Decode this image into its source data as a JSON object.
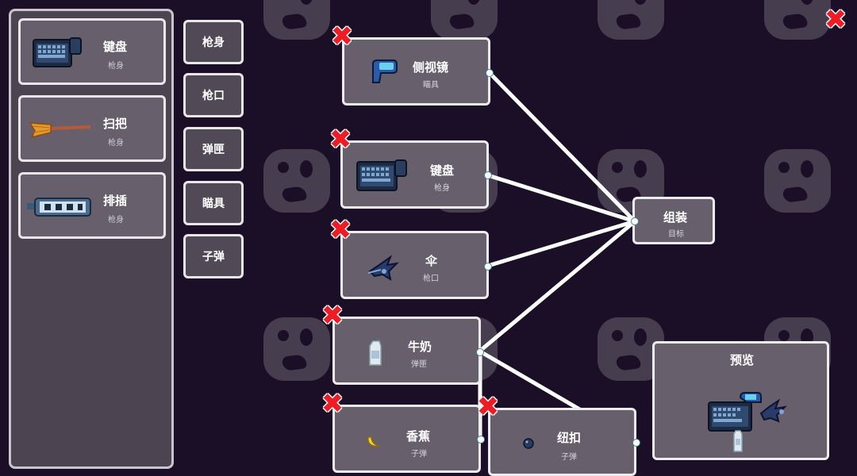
{
  "inventory": {
    "items": [
      {
        "title": "键盘",
        "category": "枪身",
        "icon": "keyboard-icon"
      },
      {
        "title": "扫把",
        "category": "枪身",
        "icon": "broom-icon"
      },
      {
        "title": "排插",
        "category": "枪身",
        "icon": "power-strip-icon"
      }
    ]
  },
  "categories": [
    "枪身",
    "枪口",
    "弹匣",
    "瞄具",
    "子弹"
  ],
  "nodes": {
    "mirror": {
      "title": "侧视镜",
      "sub": "瞄具",
      "icon": "mirror-icon"
    },
    "keyboard": {
      "title": "键盘",
      "sub": "枪身",
      "icon": "keyboard-icon"
    },
    "umbrella": {
      "title": "伞",
      "sub": "枪口",
      "icon": "umbrella-icon"
    },
    "milk": {
      "title": "牛奶",
      "sub": "弹匣",
      "icon": "milk-icon"
    },
    "banana": {
      "title": "香蕉",
      "sub": "子弹",
      "icon": "banana-icon"
    },
    "button": {
      "title": "纽扣",
      "sub": "子弹",
      "icon": "button-icon"
    },
    "assemble": {
      "title": "组装",
      "sub": "目标"
    }
  },
  "preview": {
    "title": "预览"
  },
  "close_symbol": "✖",
  "colors": {
    "background": "#1a0f26",
    "panel": "#67606c",
    "border": "#ecebee",
    "delete": "#ee1c25"
  }
}
